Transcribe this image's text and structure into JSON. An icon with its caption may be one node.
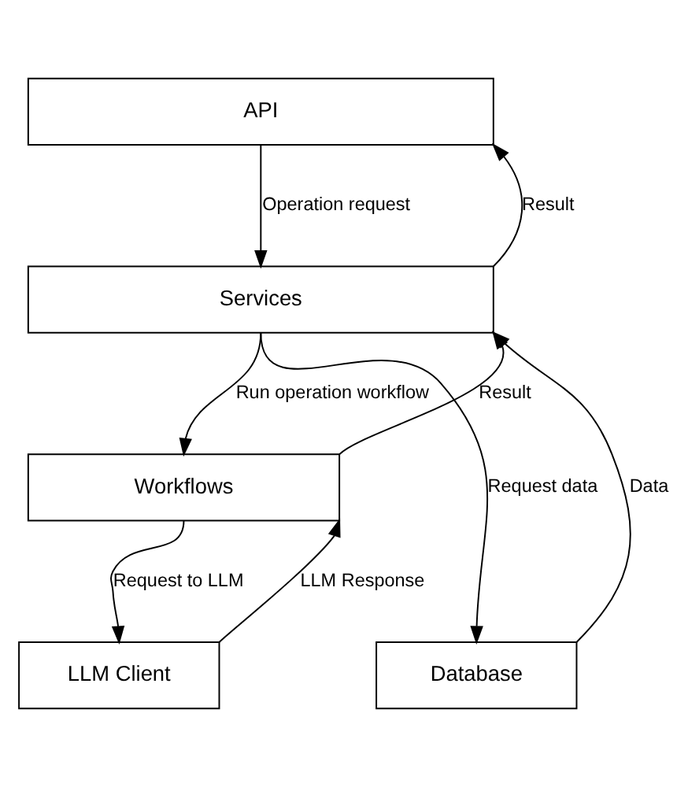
{
  "diagram": {
    "nodes": [
      {
        "text": [
          "API"
        ]
      },
      {
        "text": [
          "Services"
        ]
      },
      {
        "text": [
          "Workflows"
        ]
      },
      {
        "text": [
          "LLM Client"
        ]
      },
      {
        "text": [
          "Database"
        ]
      }
    ],
    "edges": [
      {
        "from": 0,
        "to": 1,
        "arrow": "to",
        "label": "Operation request"
      },
      {
        "from": 1,
        "to": 0,
        "arrow": "to",
        "label": "Result"
      },
      {
        "from": 1,
        "to": 2,
        "arrow": "to",
        "label": "Run operation workflow"
      },
      {
        "from": 2,
        "to": 1,
        "arrow": "to",
        "label": "Result"
      },
      {
        "from": 1,
        "to": 4,
        "arrow": "to",
        "label": "Request data"
      },
      {
        "from": 4,
        "to": 1,
        "arrow": "to",
        "label": "Data"
      },
      {
        "from": 2,
        "to": 3,
        "arrow": "to",
        "label": "Request to LLM"
      },
      {
        "from": 3,
        "to": 2,
        "arrow": "to",
        "label": "LLM Response"
      }
    ]
  }
}
